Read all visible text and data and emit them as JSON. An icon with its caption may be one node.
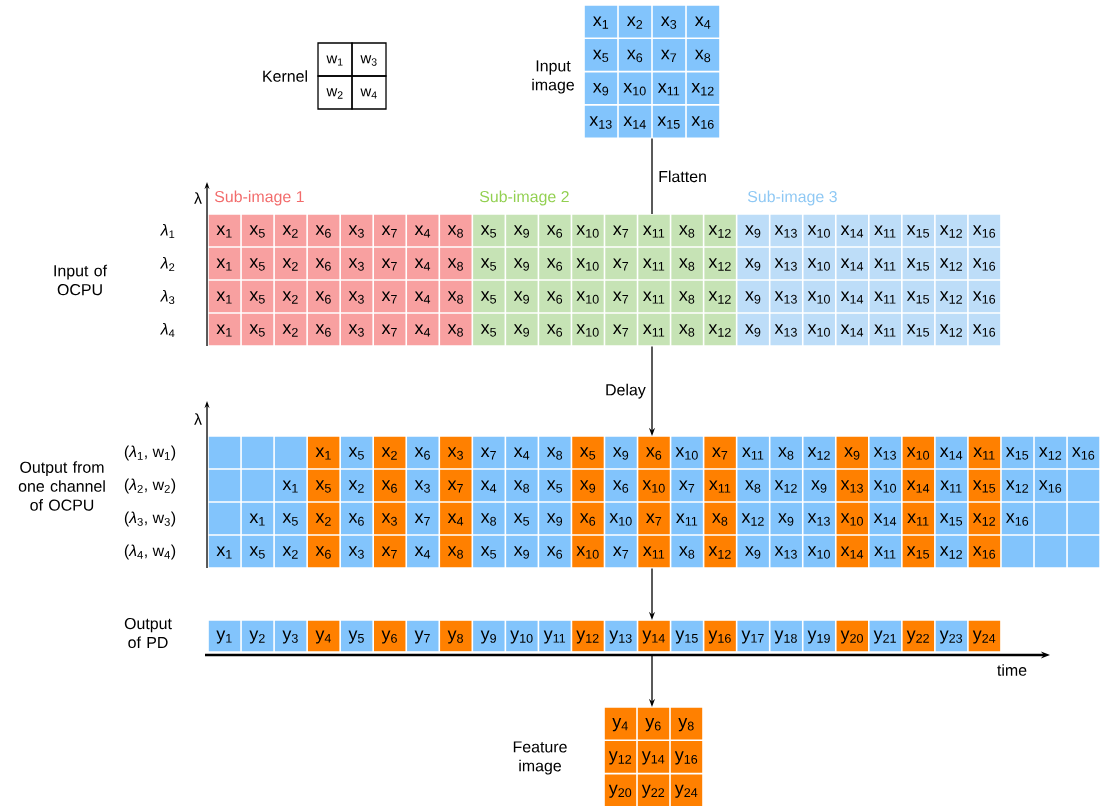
{
  "diagram": {
    "nodes": [
      {
        "text": [
          "w$_{1}$",
          "w$_{3}$",
          "w$_{2}$",
          "w$_{4}$"
        ],
        "beside": [
          "Kernel"
        ]
      },
      {
        "text": [
          "x$_{1}$",
          "x$_{2}$",
          "x$_{3}$",
          "x$_{4}$",
          "x$_{5}$",
          "x$_{6}$",
          "x$_{7}$",
          "x$_{8}$",
          "x$_{9}$",
          "x$_{10}$",
          "x$_{11}$",
          "x$_{12}$",
          "x$_{13}$",
          "x$_{14}$",
          "x$_{15}$",
          "x$_{16}$"
        ],
        "beside": [
          "Input image"
        ]
      },
      {
        "text": [
          "x$_{1}$",
          "x$_{5}$",
          "x$_{2}$",
          "x$_{6}$",
          "x$_{3}$",
          "x$_{7}$",
          "x$_{4}$",
          "x$_{8}$",
          "x$_{5}$",
          "x$_{9}$",
          "x$_{6}$",
          "x$_{10}$",
          "x$_{7}$",
          "x$_{11}$",
          "x$_{8}$",
          "x$_{12}$",
          "x$_{9}$",
          "x$_{13}$",
          "x$_{10}$",
          "x$_{14}$",
          "x$_{11}$",
          "x$_{15}$",
          "x$_{12}$",
          "x$_{16}$",
          "x$_{1}$",
          "x$_{5}$",
          "x$_{2}$",
          "x$_{6}$",
          "x$_{3}$",
          "x$_{7}$",
          "x$_{4}$",
          "x$_{8}$",
          "x$_{5}$",
          "x$_{9}$",
          "x$_{6}$",
          "x$_{10}$",
          "x$_{7}$",
          "x$_{11}$",
          "x$_{8}$",
          "x$_{12}$",
          "x$_{9}$",
          "x$_{13}$",
          "x$_{10}$",
          "x$_{14}$",
          "x$_{11}$",
          "x$_{15}$",
          "x$_{12}$",
          "x$_{16}$",
          "x$_{1}$",
          "x$_{5}$",
          "x$_{2}$",
          "x$_{6}$",
          "x$_{3}$",
          "x$_{7}$",
          "x$_{4}$",
          "x$_{8}$",
          "x$_{5}$",
          "x$_{9}$",
          "x$_{6}$",
          "x$_{10}$",
          "x$_{7}$",
          "x$_{11}$",
          "x$_{8}$",
          "x$_{12}$",
          "x$_{9}$",
          "x$_{13}$",
          "x$_{10}$",
          "x$_{14}$",
          "x$_{11}$",
          "x$_{15}$",
          "x$_{12}$",
          "x$_{16}$",
          "x$_{1}$",
          "x$_{5}$",
          "x$_{2}$",
          "x$_{6}$",
          "x$_{3}$",
          "x$_{7}$",
          "x$_{4}$",
          "x$_{8}$",
          "x$_{5}$",
          "x$_{9}$",
          "x$_{6}$",
          "x$_{10}$",
          "x$_{7}$",
          "x$_{11}$",
          "x$_{8}$",
          "x$_{12}$",
          "x$_{9}$",
          "x$_{13}$",
          "x$_{10}$",
          "x$_{14}$",
          "x$_{11}$",
          "x$_{15}$",
          "x$_{12}$",
          "x$_{16}$"
        ]
      },
      {
        "text": [
          "x$_{1}$",
          "x$_{5}$",
          "x$_{2}$",
          "x$_{6}$",
          "x$_{3}$",
          "x$_{7}$",
          "x$_{4}$",
          "x$_{8}$",
          "x$_{5}$",
          "x$_{9}$",
          "x$_{6}$",
          "x$_{10}$",
          "x$_{7}$",
          "x$_{11}$",
          "x$_{8}$",
          "x$_{12}$",
          "x$_{9}$",
          "x$_{13}$",
          "x$_{10}$",
          "x$_{14}$",
          "x$_{11}$",
          "x$_{15}$",
          "x$_{12}$",
          "x$_{16}$",
          "x$_{1}$",
          "x$_{5}$",
          "x$_{2}$",
          "x$_{6}$",
          "x$_{3}$",
          "x$_{7}$",
          "x$_{4}$",
          "x$_{8}$",
          "x$_{5}$",
          "x$_{9}$",
          "x$_{6}$",
          "x$_{10}$",
          "x$_{7}$",
          "x$_{11}$",
          "x$_{8}$",
          "x$_{12}$",
          "x$_{9}$",
          "x$_{13}$",
          "x$_{10}$",
          "x$_{14}$",
          "x$_{11}$",
          "x$_{15}$",
          "x$_{12}$",
          "x$_{16}$",
          "x$_{1}$",
          "x$_{5}$",
          "x$_{2}$",
          "x$_{6}$",
          "x$_{3}$",
          "x$_{7}$",
          "x$_{4}$",
          "x$_{8}$",
          "x$_{5}$",
          "x$_{9}$",
          "x$_{6}$",
          "x$_{10}$",
          "x$_{7}$",
          "x$_{11}$",
          "x$_{8}$",
          "x$_{12}$",
          "x$_{9}$",
          "x$_{13}$",
          "x$_{10}$",
          "x$_{14}$",
          "x$_{11}$",
          "x$_{15}$",
          "x$_{12}$",
          "x$_{16}$",
          "x$_{1}$",
          "x$_{5}$",
          "x$_{2}$",
          "x$_{6}$",
          "x$_{3}$",
          "x$_{7}$",
          "x$_{4}$",
          "x$_{8}$",
          "x$_{5}$",
          "x$_{9}$",
          "x$_{6}$",
          "x$_{10}$",
          "x$_{7}$",
          "x$_{11}$",
          "x$_{8}$",
          "x$_{12}$",
          "x$_{9}$",
          "x$_{13}$",
          "x$_{10}$",
          "x$_{14}$",
          "x$_{11}$",
          "x$_{15}$",
          "x$_{12}$",
          "x$_{16}$"
        ]
      },
      {
        "text": [
          "y$_{1}$",
          "y$_{2}$",
          "y$_{3}$",
          "y$_{4}$",
          "y$_{5}$",
          "y$_{6}$",
          "y$_{7}$",
          "y$_{8}$",
          "y$_{9}$",
          "y$_{10}$",
          "y$_{11}$",
          "y$_{12}$",
          "y$_{13}$",
          "y$_{14}$",
          "y$_{15}$",
          "y$_{16}$",
          "y$_{17}$",
          "y$_{18}$",
          "y$_{19}$",
          "y$_{20}$",
          "y$_{21}$",
          "y$_{22}$",
          "y$_{23}$",
          "y$_{24}$"
        ],
        "beside": [
          "Output of PD"
        ]
      },
      {
        "text": [
          "y$_{4}$",
          "y$_{6}$",
          "y$_{8}$",
          "y$_{12}$",
          "y$_{14}$",
          "y$_{16}$",
          "y$_{20}$",
          "y$_{22}$",
          "y$_{24}$"
        ],
        "beside": [
          "Feature image"
        ]
      }
    ],
    "edges": [
      {
        "from": 1,
        "to": 2,
        "arrow": "none",
        "label": "Flatten"
      },
      {
        "from": 2,
        "to": 3,
        "arrow": "to",
        "label": "Delay"
      },
      {
        "from": 3,
        "to": 4,
        "arrow": "to"
      },
      {
        "from": 4,
        "to": 5,
        "arrow": "to"
      }
    ],
    "labels": [
      "λ",
      "Sub-image 1",
      "Sub-image 2",
      "Sub-image 3",
      "*λ*$_{1}$",
      "*λ*$_{2}$",
      "*λ*$_{3}$",
      "*λ*$_{4}$",
      "Input of OCPU",
      "λ",
      "(*λ*$_{1}$, w$_{1}$)",
      "Output from one channel of OCPU",
      "(*λ*$_{2}$, w$_{2}$)",
      "(*λ*$_{3}$, w$_{3}$)",
      "(*λ*$_{4}$, w$_{4}$)",
      "time"
    ]
  }
}
